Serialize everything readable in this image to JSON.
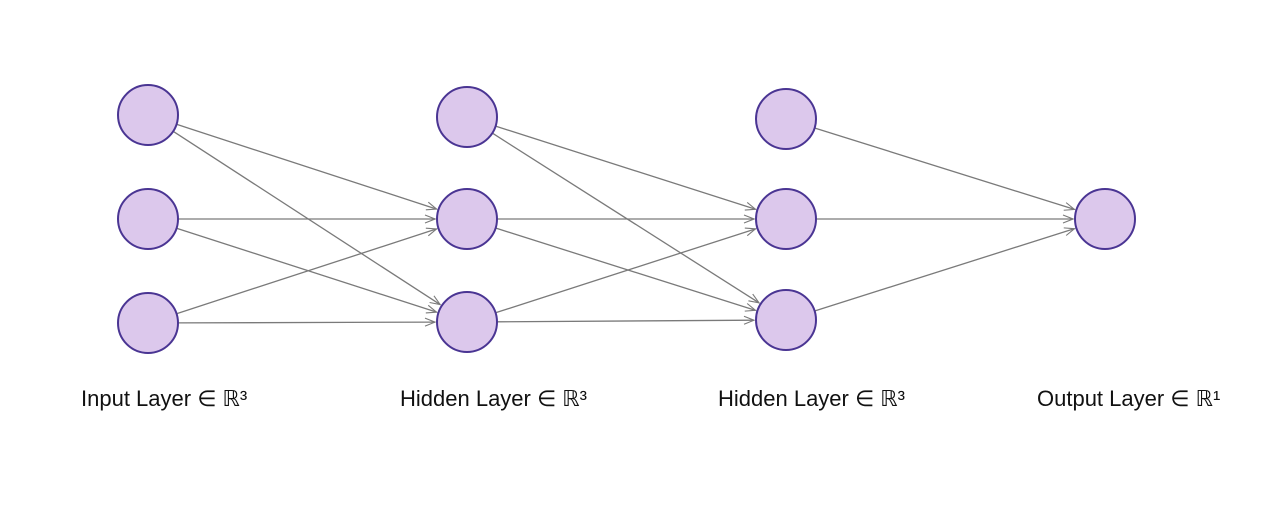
{
  "diagram": {
    "layers": [
      {
        "label": "Input Layer ∈ ℝ³",
        "size": 3
      },
      {
        "label": "Hidden Layer ∈ ℝ³",
        "size": 3
      },
      {
        "label": "Hidden Layer ∈ ℝ³",
        "size": 3
      },
      {
        "label": "Output Layer ∈ ℝ¹",
        "size": 1
      }
    ],
    "edges": [
      {
        "from": [
          0,
          0
        ],
        "to": [
          1,
          1
        ]
      },
      {
        "from": [
          0,
          0
        ],
        "to": [
          1,
          2
        ]
      },
      {
        "from": [
          0,
          1
        ],
        "to": [
          1,
          1
        ]
      },
      {
        "from": [
          0,
          1
        ],
        "to": [
          1,
          2
        ]
      },
      {
        "from": [
          0,
          2
        ],
        "to": [
          1,
          1
        ]
      },
      {
        "from": [
          0,
          2
        ],
        "to": [
          1,
          2
        ]
      },
      {
        "from": [
          1,
          0
        ],
        "to": [
          2,
          1
        ]
      },
      {
        "from": [
          1,
          0
        ],
        "to": [
          2,
          2
        ]
      },
      {
        "from": [
          1,
          1
        ],
        "to": [
          2,
          1
        ]
      },
      {
        "from": [
          1,
          1
        ],
        "to": [
          2,
          2
        ]
      },
      {
        "from": [
          1,
          2
        ],
        "to": [
          2,
          1
        ]
      },
      {
        "from": [
          1,
          2
        ],
        "to": [
          2,
          2
        ]
      },
      {
        "from": [
          2,
          0
        ],
        "to": [
          3,
          0
        ]
      },
      {
        "from": [
          2,
          1
        ],
        "to": [
          3,
          0
        ]
      },
      {
        "from": [
          2,
          2
        ],
        "to": [
          3,
          0
        ]
      }
    ],
    "colors": {
      "node_fill": "#dcc8ec",
      "node_stroke": "#4a3593",
      "edge": "#7a7a7a"
    }
  }
}
